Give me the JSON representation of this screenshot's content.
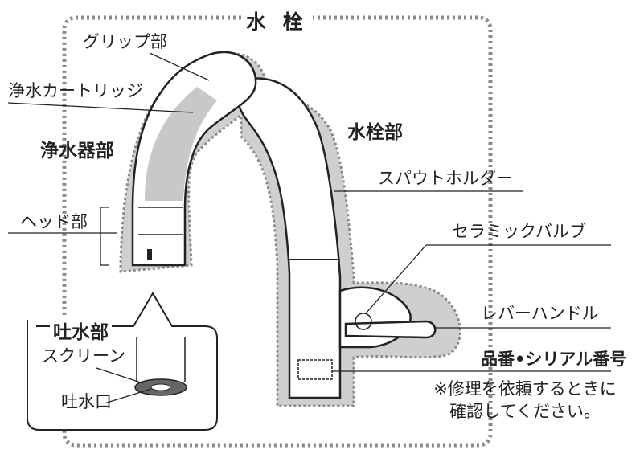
{
  "title": "水 栓",
  "sections": {
    "purifier": "浄水器部",
    "faucet": "水栓部",
    "outlet": "吐水部"
  },
  "labels": {
    "grip": "グリップ部",
    "cartridge": "浄水カートリッジ",
    "head": "ヘッド部",
    "spout_holder": "スパウトホルダー",
    "ceramic_valve": "セラミックバルブ",
    "lever_handle": "レバーハンドル",
    "serial": "品番•シリアル番号",
    "screen": "スクリーン",
    "outlet_port": "吐水口"
  },
  "note": {
    "line1": "※修理を依頼するときに",
    "line2": "確認してください。"
  },
  "colors": {
    "gray_fill": "#c8c8c8",
    "dark": "#222222",
    "dotted": "#8a8a8a"
  }
}
